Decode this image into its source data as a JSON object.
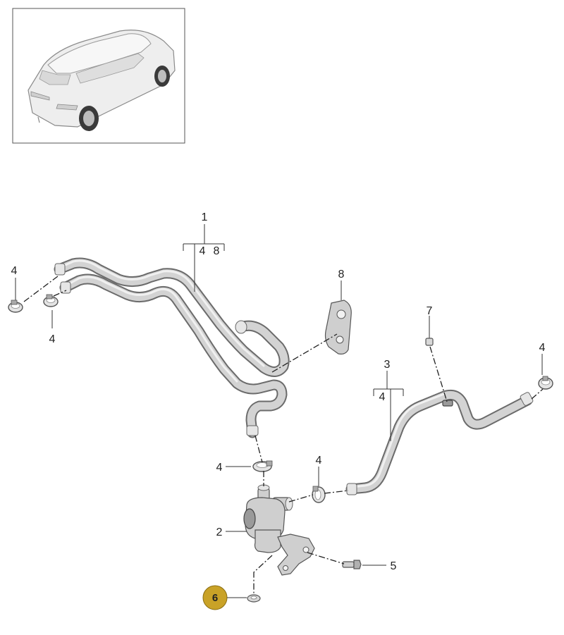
{
  "callouts": {
    "c1": "1",
    "c1_sub_a": "4",
    "c1_sub_b": "8",
    "c2": "2",
    "c3": "3",
    "c3_sub": "4",
    "c4_left_top": "4",
    "c4_left_bottom": "4",
    "c4_pump_top": "4",
    "c4_pump_right": "4",
    "c4_right": "4",
    "c5": "5",
    "c6": "6",
    "c7": "7",
    "c8": "8"
  },
  "colors": {
    "highlight_badge": "#c9a227",
    "hose": "#d3d3d3",
    "outline": "#6b6b6b"
  },
  "icons": {
    "thumbnail": "car-suv-rear-view-icon"
  }
}
